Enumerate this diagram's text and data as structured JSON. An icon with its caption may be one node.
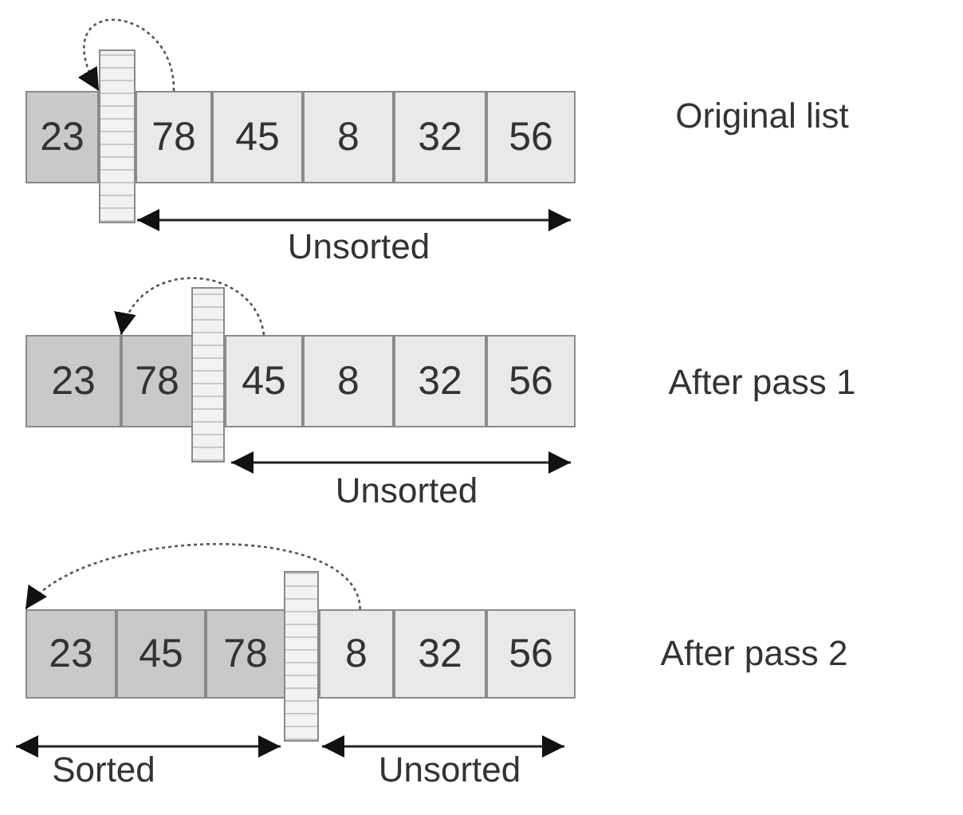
{
  "diagram": {
    "nodes": [
      {
        "text": [
          "23"
        ]
      },
      {
        "text": [],
        "shape": "bar"
      },
      {
        "text": [
          "78"
        ]
      },
      {
        "text": [
          "45"
        ]
      },
      {
        "text": [
          "8"
        ]
      },
      {
        "text": [
          "32"
        ]
      },
      {
        "text": [
          "56"
        ]
      },
      {
        "text": [
          "23"
        ]
      },
      {
        "text": [
          "78"
        ]
      },
      {
        "text": [],
        "shape": "bar"
      },
      {
        "text": [
          "45"
        ]
      },
      {
        "text": [
          "8"
        ]
      },
      {
        "text": [
          "32"
        ]
      },
      {
        "text": [
          "56"
        ]
      },
      {
        "text": [
          "23"
        ]
      },
      {
        "text": [
          "45"
        ]
      },
      {
        "text": [
          "78"
        ]
      },
      {
        "text": [],
        "shape": "bar"
      },
      {
        "text": [
          "8"
        ]
      },
      {
        "text": [
          "32"
        ]
      },
      {
        "text": [
          "56"
        ]
      }
    ],
    "edges": [
      {
        "from": 2,
        "to": 0,
        "arrow": "to",
        "style": "dashed"
      },
      {
        "from": 10,
        "to": 8,
        "arrow": "to",
        "style": "dashed"
      },
      {
        "from": 18,
        "to": 14,
        "arrow": "to",
        "style": "dashed"
      }
    ],
    "labels": [
      "Original list",
      "Unsorted",
      "After pass 1",
      "Unsorted",
      "After pass 2",
      "Sorted",
      "Unsorted"
    ]
  }
}
